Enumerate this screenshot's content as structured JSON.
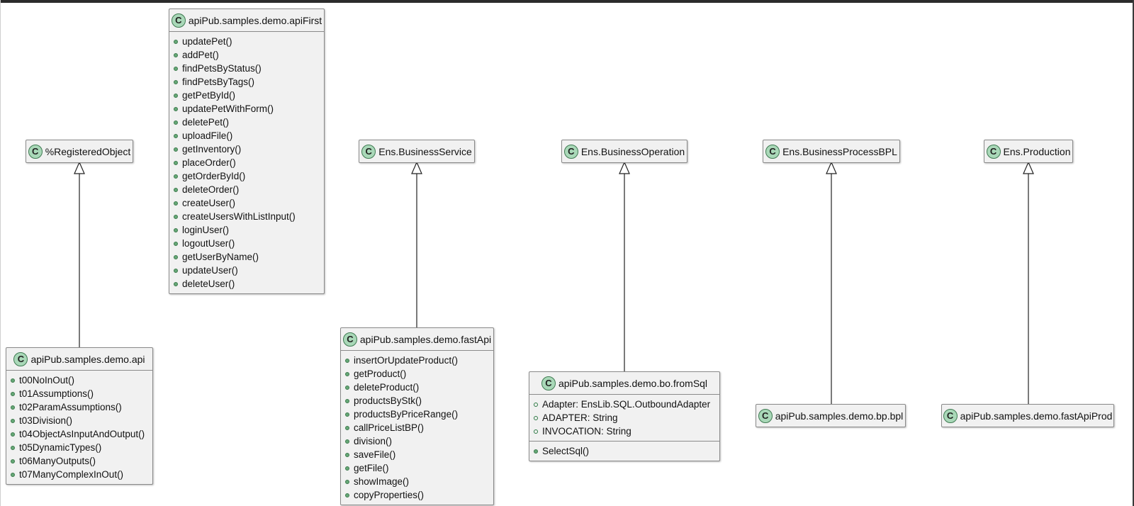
{
  "badge_letter": "C",
  "colors": {
    "badge_fill": "#a9d8b8",
    "method_dot": "#66a877",
    "field_ring": "#2e7a45"
  },
  "classes": [
    {
      "id": "registered-object",
      "name": "%RegisteredObject",
      "fields": [],
      "methods": []
    },
    {
      "id": "api-first",
      "name": "apiPub.samples.demo.apiFirst",
      "fields": [],
      "methods": [
        "updatePet()",
        "addPet()",
        "findPetsByStatus()",
        "findPetsByTags()",
        "getPetById()",
        "updatePetWithForm()",
        "deletePet()",
        "uploadFile()",
        "getInventory()",
        "placeOrder()",
        "getOrderById()",
        "deleteOrder()",
        "createUser()",
        "createUsersWithListInput()",
        "loginUser()",
        "logoutUser()",
        "getUserByName()",
        "updateUser()",
        "deleteUser()"
      ]
    },
    {
      "id": "business-service",
      "name": "Ens.BusinessService",
      "fields": [],
      "methods": []
    },
    {
      "id": "business-operation",
      "name": "Ens.BusinessOperation",
      "fields": [],
      "methods": []
    },
    {
      "id": "business-process-bpl",
      "name": "Ens.BusinessProcessBPL",
      "fields": [],
      "methods": []
    },
    {
      "id": "production",
      "name": "Ens.Production",
      "fields": [],
      "methods": []
    },
    {
      "id": "demo-api",
      "name": "apiPub.samples.demo.api",
      "fields": [],
      "methods": [
        "t00NoInOut()",
        "t01Assumptions()",
        "t02ParamAssumptions()",
        "t03Division()",
        "t04ObjectAsInputAndOutput()",
        "t05DynamicTypes()",
        "t06ManyOutputs()",
        "t07ManyComplexInOut()"
      ]
    },
    {
      "id": "fast-api",
      "name": "apiPub.samples.demo.fastApi",
      "fields": [],
      "methods": [
        "insertOrUpdateProduct()",
        "getProduct()",
        "deleteProduct()",
        "productsByStk()",
        "productsByPriceRange()",
        "callPriceListBP()",
        "division()",
        "saveFile()",
        "getFile()",
        "showImage()",
        "copyProperties()"
      ]
    },
    {
      "id": "bo-from-sql",
      "name": "apiPub.samples.demo.bo.fromSql",
      "fields": [
        "Adapter: EnsLib.SQL.OutboundAdapter",
        "ADAPTER: String",
        "INVOCATION: String"
      ],
      "methods": [
        "SelectSql()"
      ]
    },
    {
      "id": "bp-bpl",
      "name": "apiPub.samples.demo.bp.bpl",
      "fields": [],
      "methods": []
    },
    {
      "id": "fast-api-prod",
      "name": "apiPub.samples.demo.fastApiProd",
      "fields": [],
      "methods": []
    }
  ],
  "inheritance": [
    {
      "child": "demo-api",
      "parent": "registered-object"
    },
    {
      "child": "fast-api",
      "parent": "business-service"
    },
    {
      "child": "bo-from-sql",
      "parent": "business-operation"
    },
    {
      "child": "bp-bpl",
      "parent": "business-process-bpl"
    },
    {
      "child": "fast-api-prod",
      "parent": "production"
    }
  ]
}
